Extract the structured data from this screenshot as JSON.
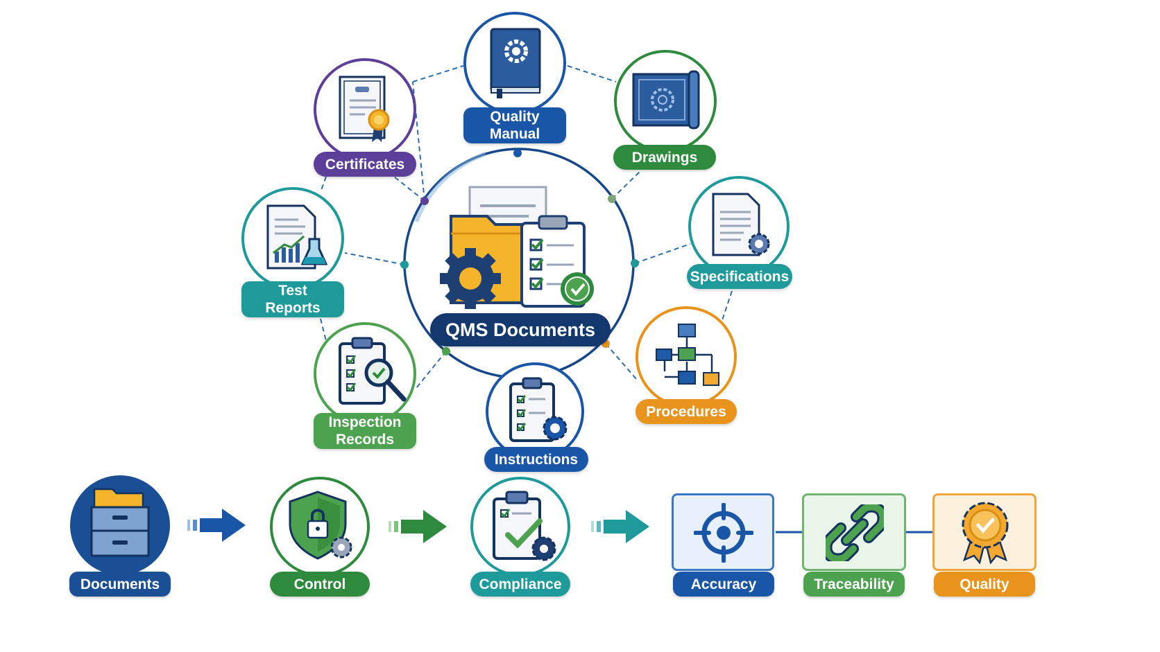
{
  "hub": {
    "label": "QMS Documents",
    "icon": "folder-checklist-gear-icon"
  },
  "nodes": {
    "quality_manual": {
      "label": "Quality Manual",
      "icon": "manual-book-gear-icon",
      "color": "#1a56a8"
    },
    "certificates": {
      "label": "Certificates",
      "icon": "certificate-ribbon-icon",
      "color": "#5b3f99"
    },
    "drawings": {
      "label": "Drawings",
      "icon": "blueprint-drawing-icon",
      "color": "#2e8b3e"
    },
    "test_reports": {
      "label": "Test Reports",
      "icon": "report-chart-flask-icon",
      "color": "#1e9a9a"
    },
    "specifications": {
      "label": "Specifications",
      "icon": "spec-document-gear-icon",
      "color": "#1e9a9a"
    },
    "inspection_records": {
      "label": "Inspection Records",
      "icon": "clipboard-magnifier-icon",
      "color": "#4ca24e"
    },
    "instructions": {
      "label": "Instructions",
      "icon": "clipboard-gear-icon",
      "color": "#1a56a8"
    },
    "procedures": {
      "label": "Procedures",
      "icon": "flowchart-icon",
      "color": "#e8931c"
    }
  },
  "flow": {
    "documents": {
      "label": "Documents",
      "icon": "filing-cabinet-icon",
      "color": "#1a4f96"
    },
    "control": {
      "label": "Control",
      "icon": "shield-lock-gear-icon",
      "color": "#2e8b3e"
    },
    "compliance": {
      "label": "Compliance",
      "icon": "clipboard-check-gear-icon",
      "color": "#1e9a9a"
    },
    "accuracy": {
      "label": "Accuracy",
      "icon": "target-crosshair-icon",
      "color": "#1a56a8"
    },
    "traceability": {
      "label": "Traceability",
      "icon": "chain-link-icon",
      "color": "#4ca24e"
    },
    "quality": {
      "label": "Quality",
      "icon": "award-badge-icon",
      "color": "#e8931c"
    }
  }
}
